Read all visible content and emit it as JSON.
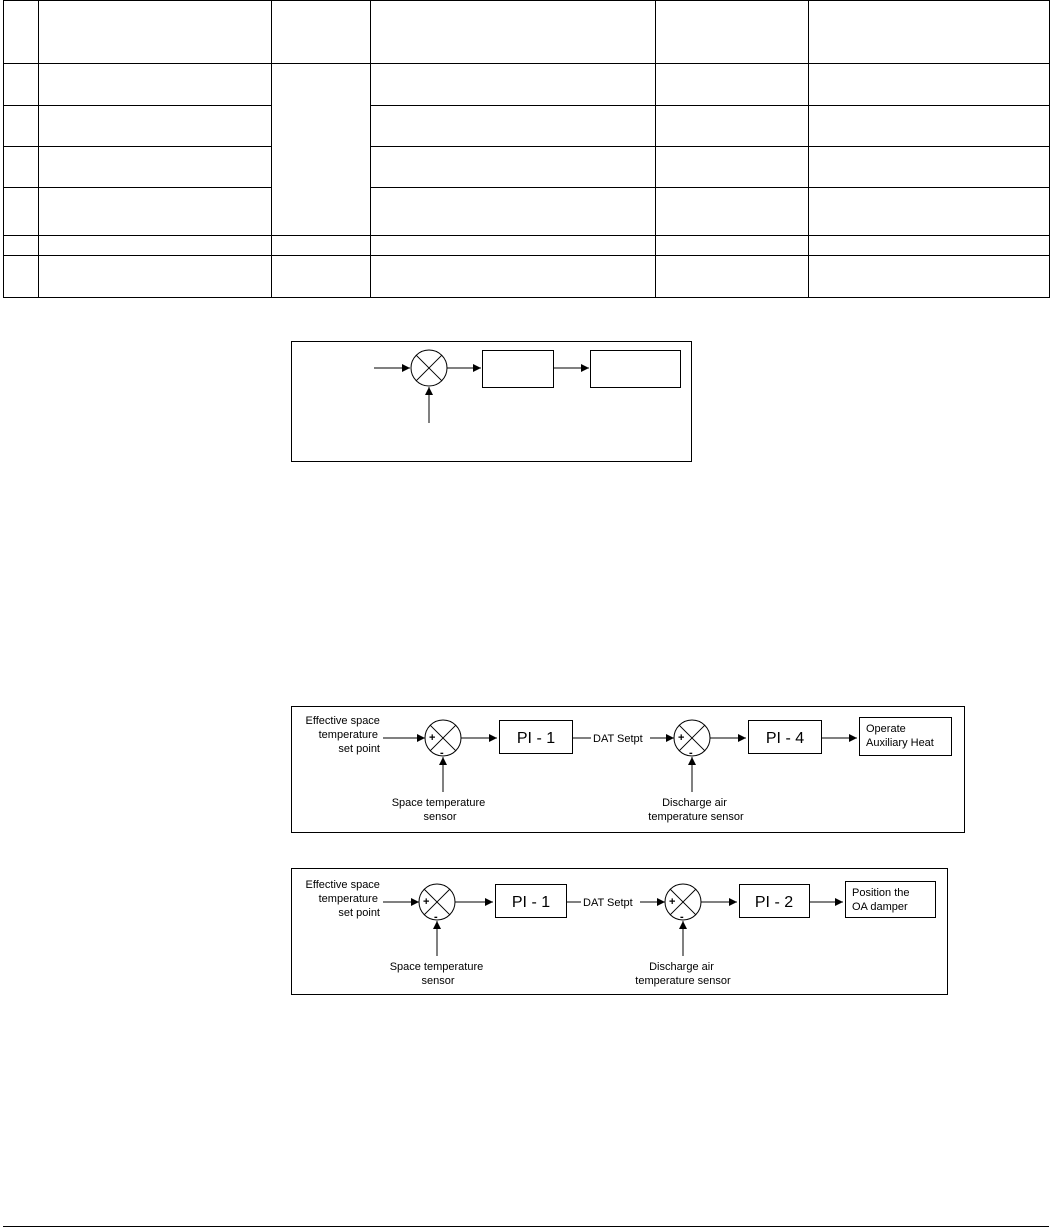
{
  "top_table": {
    "row_count": 7,
    "column_count": 6
  },
  "diagram_heat": {
    "input_label_lines": [
      "Effective space",
      "temperature",
      "set point"
    ],
    "sum1_signs": [
      "+",
      "-"
    ],
    "sensor1_lines": [
      "Space temperature",
      "sensor"
    ],
    "block1": "PI - 1",
    "link_label": "DAT Setpt",
    "sum2_signs": [
      "+",
      "-"
    ],
    "sensor2_lines": [
      "Discharge air",
      "temperature sensor"
    ],
    "block2": "PI - 4",
    "output_lines": [
      "Operate",
      "Auxiliary Heat"
    ]
  },
  "diagram_damper": {
    "input_label_lines": [
      "Effective space",
      "temperature",
      "set point"
    ],
    "sum1_signs": [
      "+",
      "-"
    ],
    "sensor1_lines": [
      "Space temperature",
      "sensor"
    ],
    "block1": "PI - 1",
    "link_label": "DAT Setpt",
    "sum2_signs": [
      "+",
      "-"
    ],
    "sensor2_lines": [
      "Discharge air",
      "temperature sensor"
    ],
    "block2": "PI - 2",
    "output_lines": [
      "Position the",
      "OA damper"
    ]
  }
}
